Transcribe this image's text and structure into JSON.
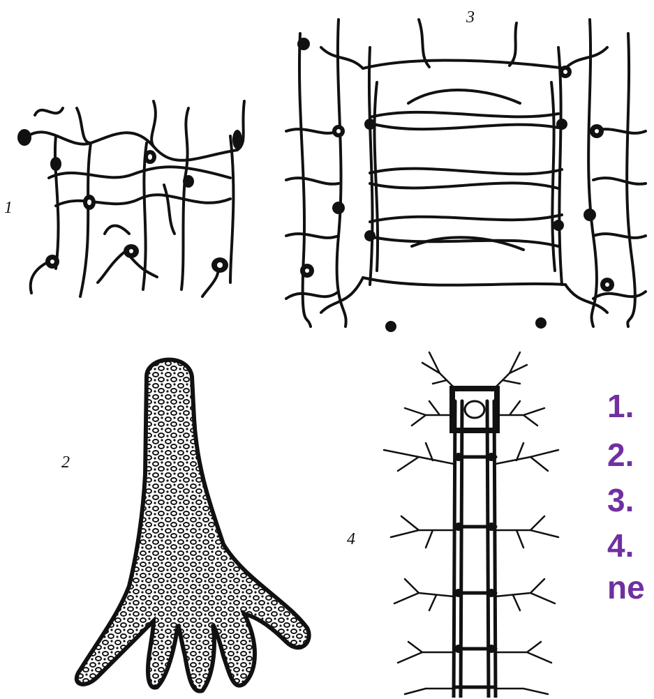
{
  "figure_labels": [
    "1",
    "2",
    "3",
    "4"
  ],
  "legend": {
    "items": [
      "1.",
      "2.",
      "3.",
      "4."
    ],
    "tail": "ne"
  },
  "colors": {
    "legend": "#7030a0",
    "ink": "#111111"
  }
}
